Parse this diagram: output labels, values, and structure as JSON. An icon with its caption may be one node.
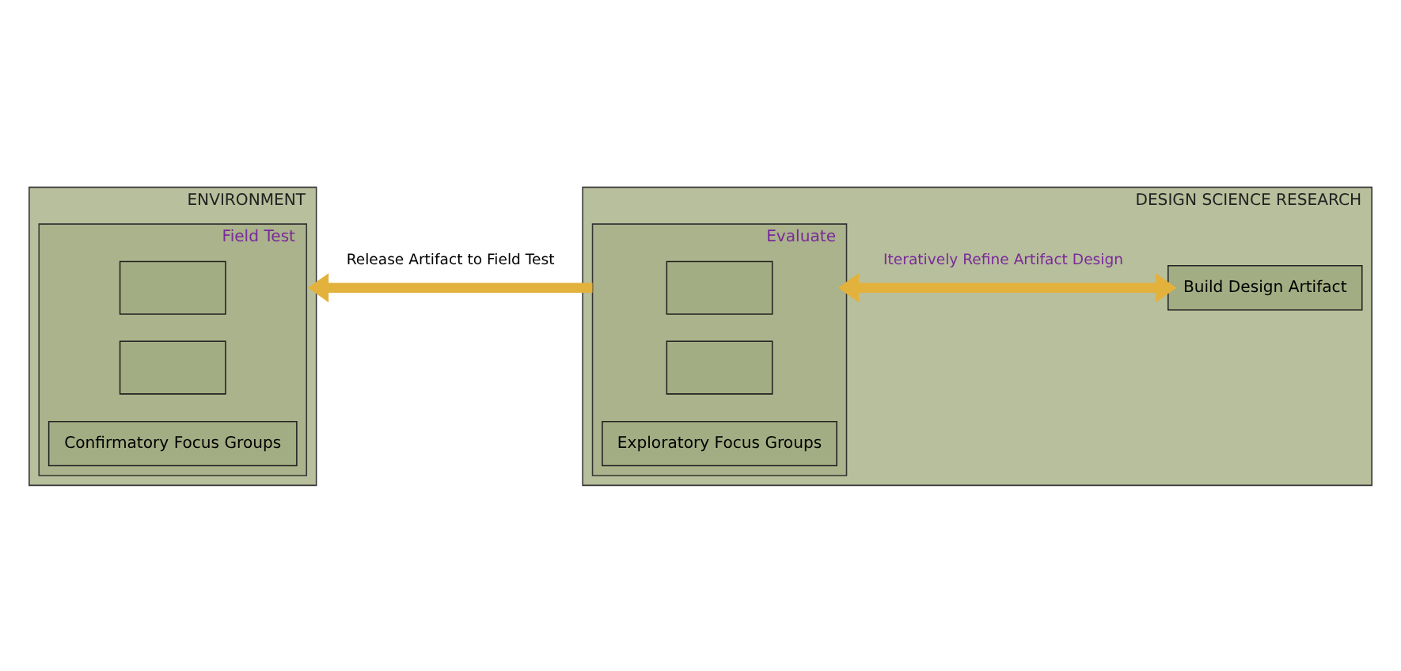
{
  "diagram": {
    "nodes": [
      {
        "text": [
          "ENVIRONMENT"
        ]
      },
      {
        "text": [
          "Field Test"
        ],
        "in": 0
      },
      {
        "text": [],
        "shape": "box",
        "in": 1
      },
      {
        "text": [],
        "shape": "box",
        "in": 1
      },
      {
        "text": [
          "Confirmatory Focus Groups"
        ],
        "in": 1
      },
      {
        "text": [
          "DESIGN SCIENCE RESEARCH"
        ]
      },
      {
        "text": [
          "Build Design Artifact"
        ],
        "in": 5
      },
      {
        "text": [
          "Evaluate"
        ],
        "in": 5
      },
      {
        "text": [],
        "shape": "box",
        "in": 7
      },
      {
        "text": [],
        "shape": "box",
        "in": 7
      },
      {
        "text": [
          "Exploratory Focus Groups"
        ],
        "in": 7
      }
    ],
    "edges": [
      {
        "from": 6,
        "to": 7,
        "arrow": "both",
        "label": "Iteratively Refine Artifact Design"
      },
      {
        "from": 7,
        "to": 0,
        "arrow": "to",
        "label": "Release Artifact to Field Test"
      }
    ]
  }
}
